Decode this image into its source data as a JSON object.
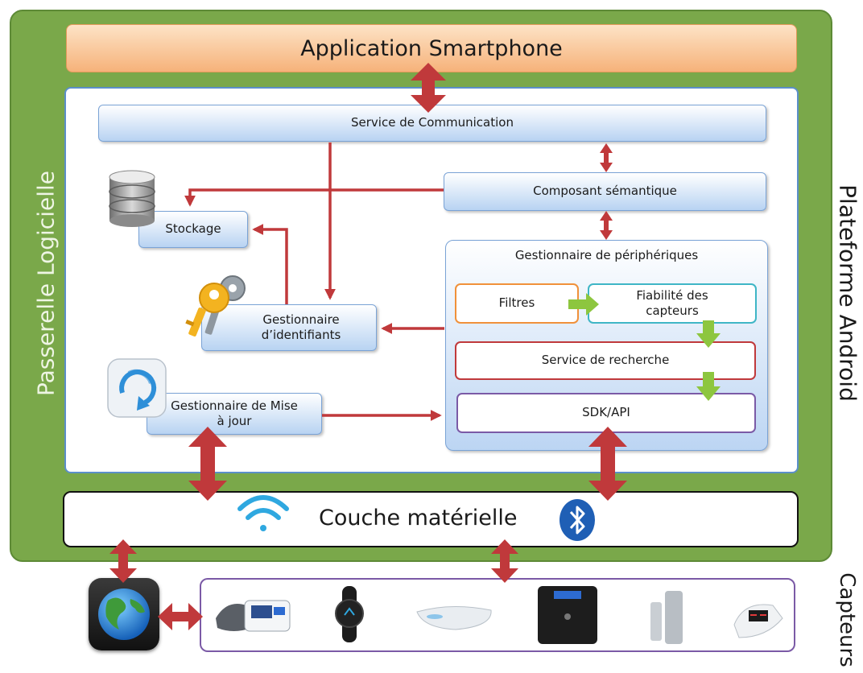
{
  "platform_label": "Plateforme Android",
  "passerelle_label": "Passerelle Logicielle",
  "app_label": "Application Smartphone",
  "boxes": {
    "communication": "Service de Communication",
    "semantique": "Composant sémantique",
    "stockage": "Stockage",
    "identifiants": "Gestionnaire d’identifiants",
    "misajour": "Gestionnaire de Mise à jour",
    "peripheriques": "Gestionnaire de périphériques",
    "filtres": "Filtres",
    "fiabilite": "Fiabilité des capteurs",
    "recherche": "Service de recherche",
    "sdk": "SDK/API"
  },
  "couche_label": "Couche matérielle",
  "capteurs_label": "Capteurs",
  "icons": [
    "database-icon",
    "keys-icon",
    "refresh-icon",
    "wifi-icon",
    "bluetooth-icon",
    "globe-icon",
    "blood-pressure-monitor-icon",
    "activity-tracker-icon",
    "sleep-sensor-icon",
    "body-scale-icon",
    "air-quality-station-icon",
    "pulse-oximeter-icon"
  ],
  "colors": {
    "platform": "#7aa84a",
    "app_fill": "#f6b27a",
    "box_blue": "#b8d3f2",
    "arrow_red": "#c0393b",
    "arrow_green": "#8dc63f",
    "filtres_border": "#f0913a",
    "fiabilite_border": "#3fb6c6",
    "recherche_border": "#c0393b",
    "sdk_border": "#7b5aa6"
  }
}
